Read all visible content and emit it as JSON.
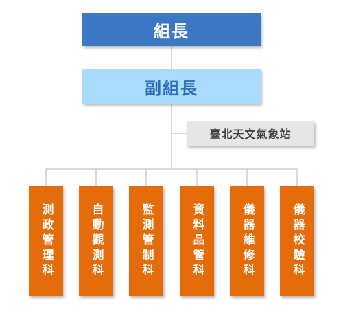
{
  "org_chart": {
    "leader": {
      "label": "組長",
      "bg": "#3d78c5",
      "fg": "#ffffff"
    },
    "deputy": {
      "label": "副組長",
      "bg": "#a9dcff",
      "fg": "#2f6db6"
    },
    "station": {
      "label": "臺北天文氣象站",
      "bg": "#e6e6e6",
      "fg": "#404040"
    },
    "sections": [
      {
        "label": "測政管理科"
      },
      {
        "label": "自動觀測科"
      },
      {
        "label": "監測管制科"
      },
      {
        "label": "資料品管科"
      },
      {
        "label": "儀器維修科"
      },
      {
        "label": "儀器校驗科"
      }
    ],
    "colors": {
      "section_bg": "#e46c0a",
      "section_fg": "#ffffff",
      "connector": "#b5b5b5"
    }
  }
}
